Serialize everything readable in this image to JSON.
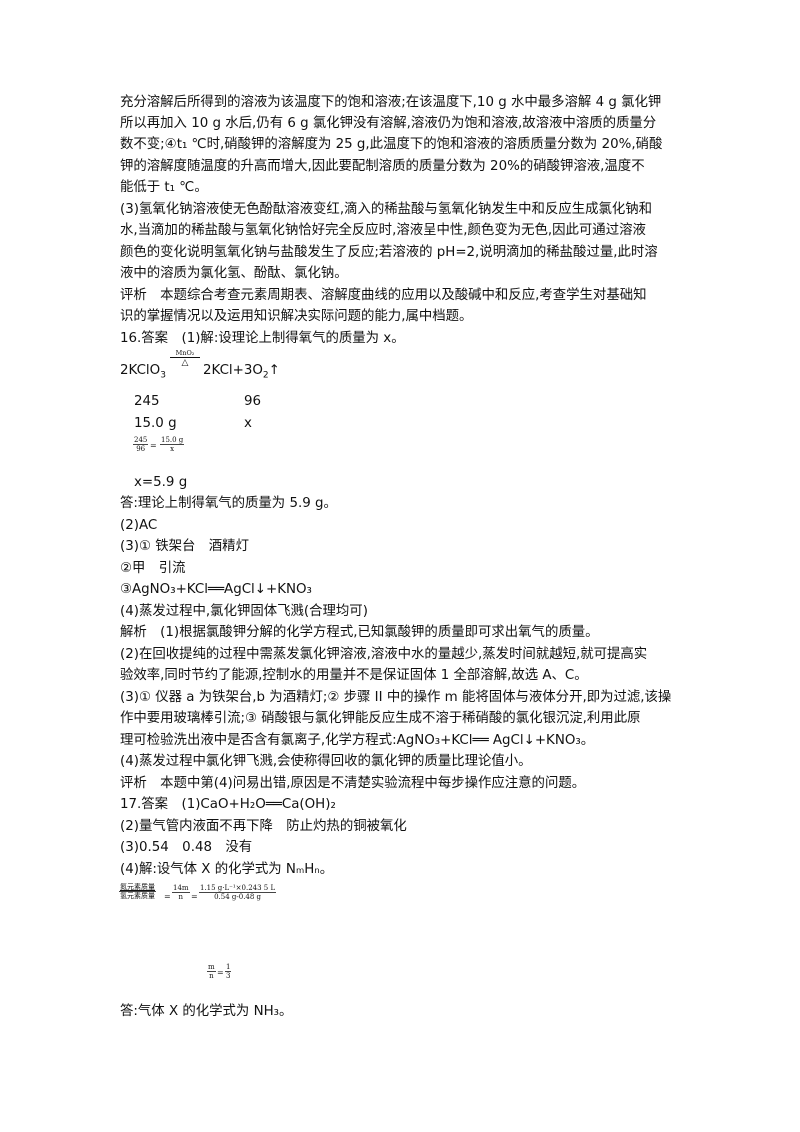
{
  "lines": [
    "充分溶解后所得到的溶液为该温度下的饱和溶液;在该温度下,10 g 水中最多溶解 4 g 氯化钾",
    "所以再加入 10 g 水后,仍有 6 g 氯化钾没有溶解,溶液仍为饱和溶液,故溶液中溶质的质量分",
    "数不变;④t₁ ℃时,硝酸钾的溶解度为 25 g,此温度下的饱和溶液的溶质质量分数为 20%,硝酸",
    "钾的溶解度随温度的升高而增大,因此要配制溶质的质量分数为 20%的硝酸钾溶液,温度不",
    "能低于 t₁ ℃。",
    "(3)氢氧化钠溶液使无色酚酞溶液变红,滴入的稀盐酸与氢氧化钠发生中和反应生成氯化钠和",
    "水,当滴加的稀盐酸与氢氧化钠恰好完全反应时,溶液呈中性,颜色变为无色,因此可通过溶液",
    "颜色的变化说明氢氧化钠与盐酸发生了反应;若溶液的 pH=2,说明滴加的稀盐酸过量,此时溶",
    "液中的溶质为氯化氢、酚酞、氯化钠。",
    "评析　本题综合考查元素周期表、溶解度曲线的应用以及酸碱中和反应,考查学生对基础知",
    "识的掌握情况以及运用知识解决实际问题的能力,属中档题。",
    "16.答案　(1)解:设理论上制得氧气的质量为 x。"
  ],
  "reaction": {
    "left": "2KClO",
    "left_sub": "3",
    "catalyst": "MnO₂",
    "condition": "△",
    "right": "2KCl+3O",
    "right_sub": "2",
    "gas": "↑"
  },
  "calc": {
    "m1": "245",
    "m2": "96",
    "v1": "15.0 g",
    "v2": "x",
    "frac_a_num": "245",
    "frac_a_den": "96",
    "frac_b_num": "15.0 g",
    "frac_b_den": "x",
    "eq": "=",
    "result": "x=5.9 g"
  },
  "lines2": [
    "答:理论上制得氧气的质量为 5.9 g。",
    "(2)AC",
    "(3)① 铁架台　酒精灯",
    "②甲　引流",
    "③AgNO₃+KCl══AgCl↓+KNO₃",
    "(4)蒸发过程中,氯化钾固体飞溅(合理均可)",
    "解析　(1)根据氯酸钾分解的化学方程式,已知氯酸钾的质量即可求出氧气的质量。",
    "(2)在回收提纯的过程中需蒸发氯化钾溶液,溶液中水的量越少,蒸发时间就越短,就可提高实",
    "验效率,同时节约了能源,控制水的用量并不是保证固体 1 全部溶解,故选 A、C。",
    "(3)① 仪器 a 为铁架台,b 为酒精灯;② 步骤 II 中的操作 m 能将固体与液体分开,即为过滤,该操",
    "作中要用玻璃棒引流;③ 硝酸银与氯化钾能反应生成不溶于稀硝酸的氯化银沉淀,利用此原",
    "理可检验洗出液中是否含有氯离子,化学方程式:AgNO₃+KCl══ AgCl↓+KNO₃。",
    "(4)蒸发过程中氯化钾飞溅,会使称得回收的氯化钾的质量比理论值小。",
    "评析　本题中第(4)问易出错,原因是不清楚实验流程中每步操作应注意的问题。",
    "17.答案　(1)CaO+H₂O══Ca(OH)₂",
    "(2)量气管内液面不再下降　防止灼热的铜被氧化",
    "(3)0.54　0.48　没有",
    "(4)解:设气体 X 的化学式为 NₘHₙ。"
  ],
  "calc2": {
    "f1_num": "氮元素质量",
    "f1_den": "氢元素质量",
    "f2_num": "14m",
    "f2_den": "n",
    "f3_num": "1.15 g·L⁻¹×0.243 5 L",
    "f3_den": "0.54 g-0.48 g",
    "eq": "=",
    "f4_num": "1",
    "f4_den": "3",
    "m_over_n_num": "m",
    "m_over_n_den": "n"
  },
  "final": "答:气体 X 的化学式为 NH₃。"
}
